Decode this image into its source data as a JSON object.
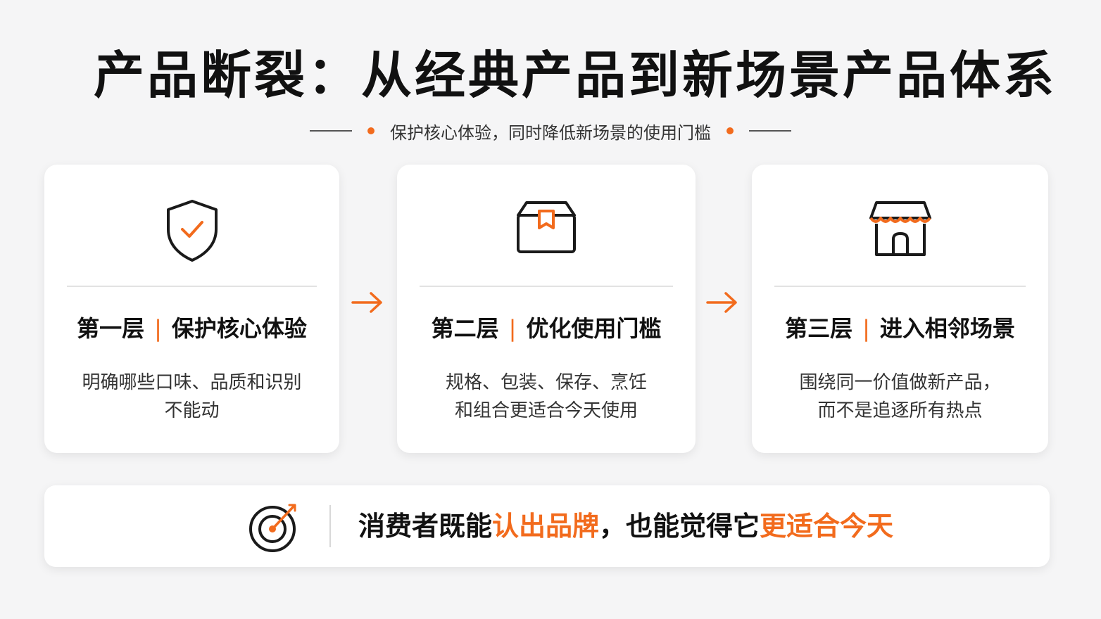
{
  "title": "产品断裂：从经典产品到新场景产品体系",
  "subtitle": "保护核心体验，同时降低新场景的使用门槛",
  "accent_color": "#f26b1d",
  "cards": [
    {
      "icon": "shield-check-icon",
      "layer": "第一层",
      "name": "保护核心体验",
      "desc_line1": "明确哪些口味、品质和识别",
      "desc_line2": "不能动"
    },
    {
      "icon": "box-icon",
      "layer": "第二层",
      "name": "优化使用门槛",
      "desc_line1": "规格、包装、保存、烹饪",
      "desc_line2": "和组合更适合今天使用"
    },
    {
      "icon": "storefront-icon",
      "layer": "第三层",
      "name": "进入相邻场景",
      "desc_line1": "围绕同一价值做新产品，",
      "desc_line2": "而不是追逐所有热点"
    }
  ],
  "separator": "|",
  "arrow_icon": "arrow-right-icon",
  "bottom": {
    "icon": "target-icon",
    "part1": "消费者既能",
    "part2": "认出品牌",
    "part3": "，也能觉得它",
    "part4": "更适合今天"
  }
}
